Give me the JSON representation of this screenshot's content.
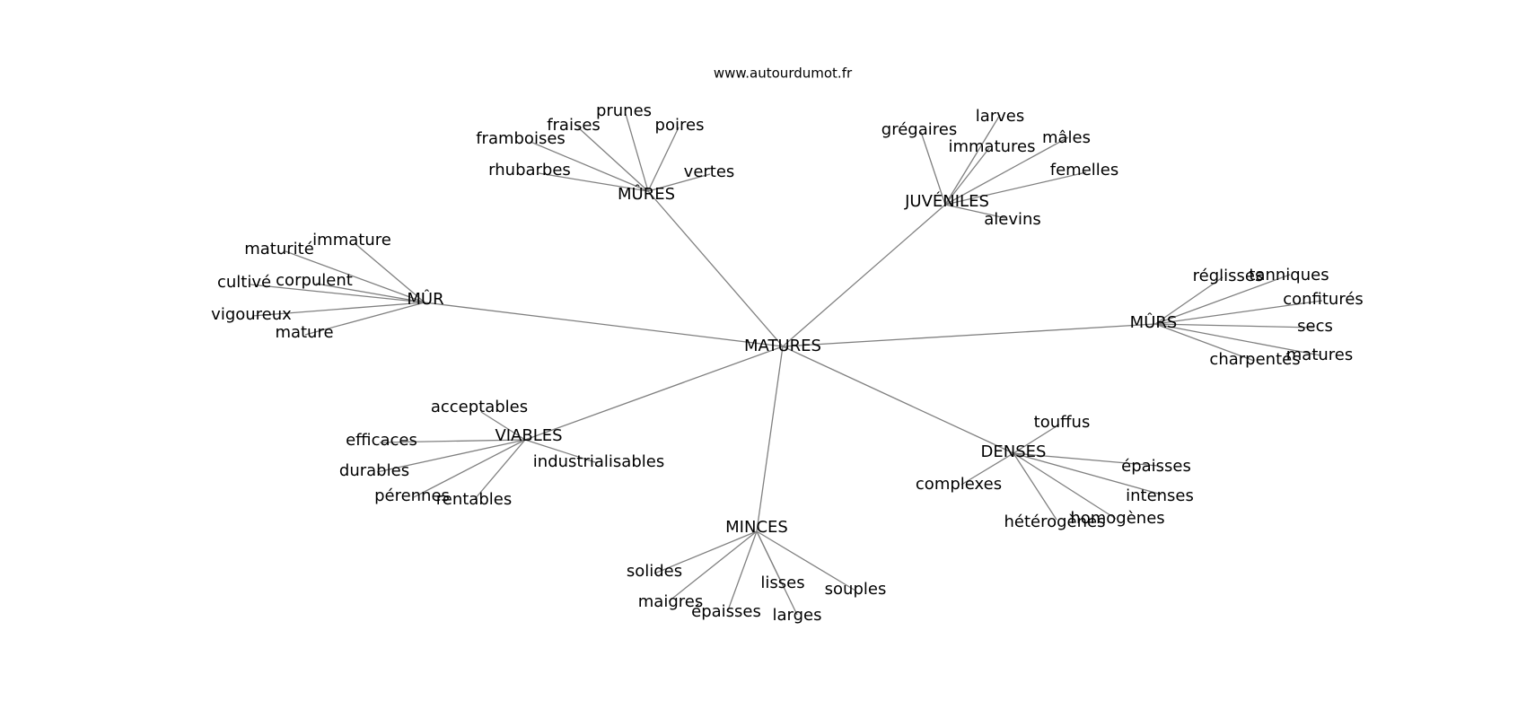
{
  "site": "www.autourdumot.fr",
  "center": "MATURES",
  "groups": [
    {
      "hub": "MÛRES",
      "leaves": [
        "rhubarbes",
        "framboises",
        "fraises",
        "prunes",
        "poires",
        "vertes"
      ]
    },
    {
      "hub": "JUVÉNILES",
      "leaves": [
        "grégaires",
        "larves",
        "immatures",
        "mâles",
        "femelles",
        "alevins"
      ]
    },
    {
      "hub": "MÛR",
      "leaves": [
        "maturité",
        "immature",
        "cultivé",
        "corpulent",
        "vigoureux",
        "mature"
      ]
    },
    {
      "hub": "MÛRS",
      "leaves": [
        "réglisses",
        "tanniques",
        "confiturés",
        "secs",
        "matures",
        "charpentés"
      ]
    },
    {
      "hub": "VIABLES",
      "leaves": [
        "acceptables",
        "efficaces",
        "durables",
        "pérennes",
        "rentables",
        "industrialisables"
      ]
    },
    {
      "hub": "DENSES",
      "leaves": [
        "touffus",
        "épaisses",
        "complexes",
        "intenses",
        "hétérogènes",
        "homogènes"
      ]
    },
    {
      "hub": "MINCES",
      "leaves": [
        "solides",
        "maigres",
        "épaisses",
        "lisses",
        "larges",
        "souples"
      ]
    }
  ]
}
